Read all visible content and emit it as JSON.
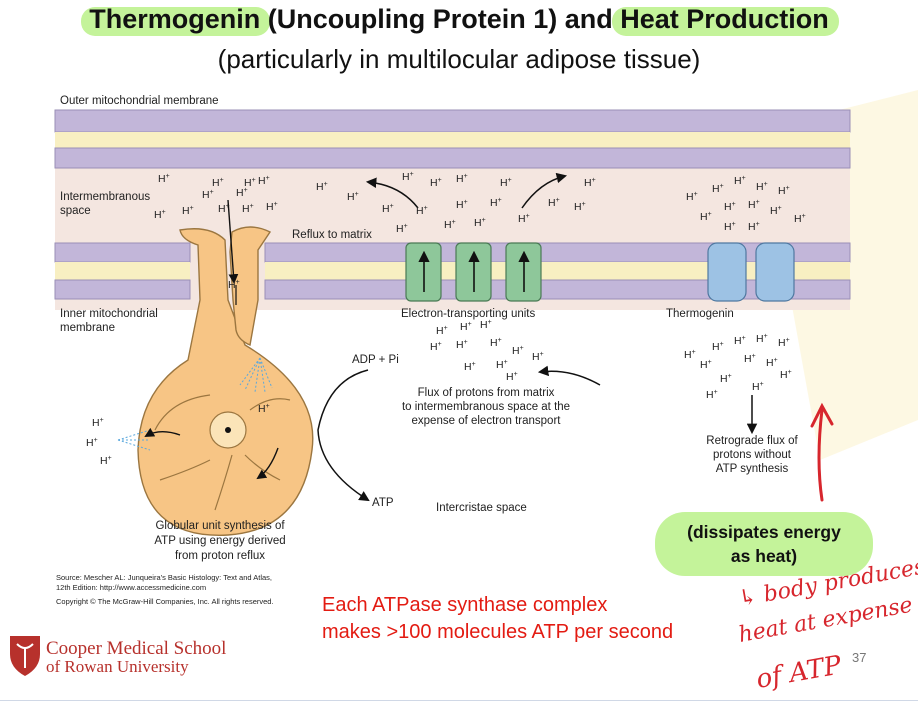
{
  "title": {
    "part1": "Thermogenin",
    "part2": " (Uncoupling Protein 1) and ",
    "part3": "Heat Production"
  },
  "subtitle": "(particularly in multilocular adipose tissue)",
  "diagram": {
    "outer_membrane_label": "Outer mitochondrial membrane",
    "intermembranous_line1": "Intermembranous",
    "intermembranous_line2": "space",
    "inner_membrane_line1": "Inner mitochondrial",
    "inner_membrane_line2": "membrane",
    "reflux_label": "Reflux to matrix",
    "electron_units_label": "Electron-transporting units",
    "thermogenin_label": "Thermogenin",
    "adp_label": "ADP + Pi",
    "atp_label": "ATP",
    "intercristae_label": "Intercristae space",
    "flux_line1": "Flux of protons from matrix",
    "flux_line2": "to intermembranous space at the",
    "flux_line3": "expense of electron transport",
    "retro_line1": "Retrograde flux of",
    "retro_line2": "protons without",
    "retro_line3": "ATP synthesis",
    "globular_line1": "Globular unit synthesis of",
    "globular_line2": "ATP using energy derived",
    "globular_line3": "from proton reflux",
    "proton": "H",
    "proton_charge": "+"
  },
  "source_line1": "Source: Mescher AL: Junqueira's Basic Histology: Text and Atlas,",
  "source_line2": "12th Edition: http://www.accessmedicine.com",
  "copyright": "Copyright © The McGraw-Hill Companies, Inc. All rights reserved.",
  "dissipates_line1": "(dissipates energy",
  "dissipates_line2": "as heat)",
  "note_line1": "Each ATPase synthase complex",
  "note_line2": "makes >100 molecules ATP per second",
  "handwriting": [
    "↳ body produces",
    "heat at expense",
    "of ATP"
  ],
  "logo_line1": "Cooper Medical School",
  "logo_line2": "of Rowan University",
  "page_number": "37",
  "colors": {
    "membrane_purple": "#c2b6d9",
    "membrane_cream": "#f8efc2",
    "intermembrane": "#f4e6e0",
    "atp_synthase": "#f7c585",
    "electron_unit": "#8ec79a",
    "thermogenin": "#9dc2e4",
    "accent_red": "#e31b12",
    "highlight_green": "#c4f39a"
  }
}
